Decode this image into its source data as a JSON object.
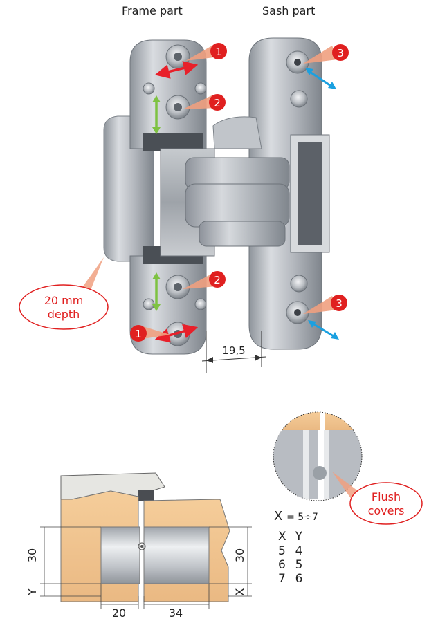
{
  "labels": {
    "frame_part": "Frame part",
    "sash_part": "Sash part"
  },
  "markers": {
    "m1": "1",
    "m2": "2",
    "m3": "3"
  },
  "callouts": {
    "depth_line1": "20 mm",
    "depth_line2": "depth",
    "flush_line1": "Flush",
    "flush_line2": "covers"
  },
  "dimensions": {
    "gap": "19,5",
    "height_left": "30",
    "height_right": "30",
    "y_label": "Y",
    "x_label": "X",
    "bottom_left": "20",
    "bottom_right": "34"
  },
  "formula": {
    "x_label": "X",
    "range": "= 5÷7"
  },
  "xy_table": {
    "headers": [
      "X",
      "Y"
    ],
    "rows": [
      [
        "5",
        "4"
      ],
      [
        "6",
        "5"
      ],
      [
        "7",
        "6"
      ]
    ]
  },
  "colors": {
    "marker_red": "#e02020",
    "arrow_red": "#e8202a",
    "arrow_green": "#7ec242",
    "arrow_blue": "#1aa0e0",
    "wood": "#f2c690",
    "metal": "#b8bcc2"
  }
}
